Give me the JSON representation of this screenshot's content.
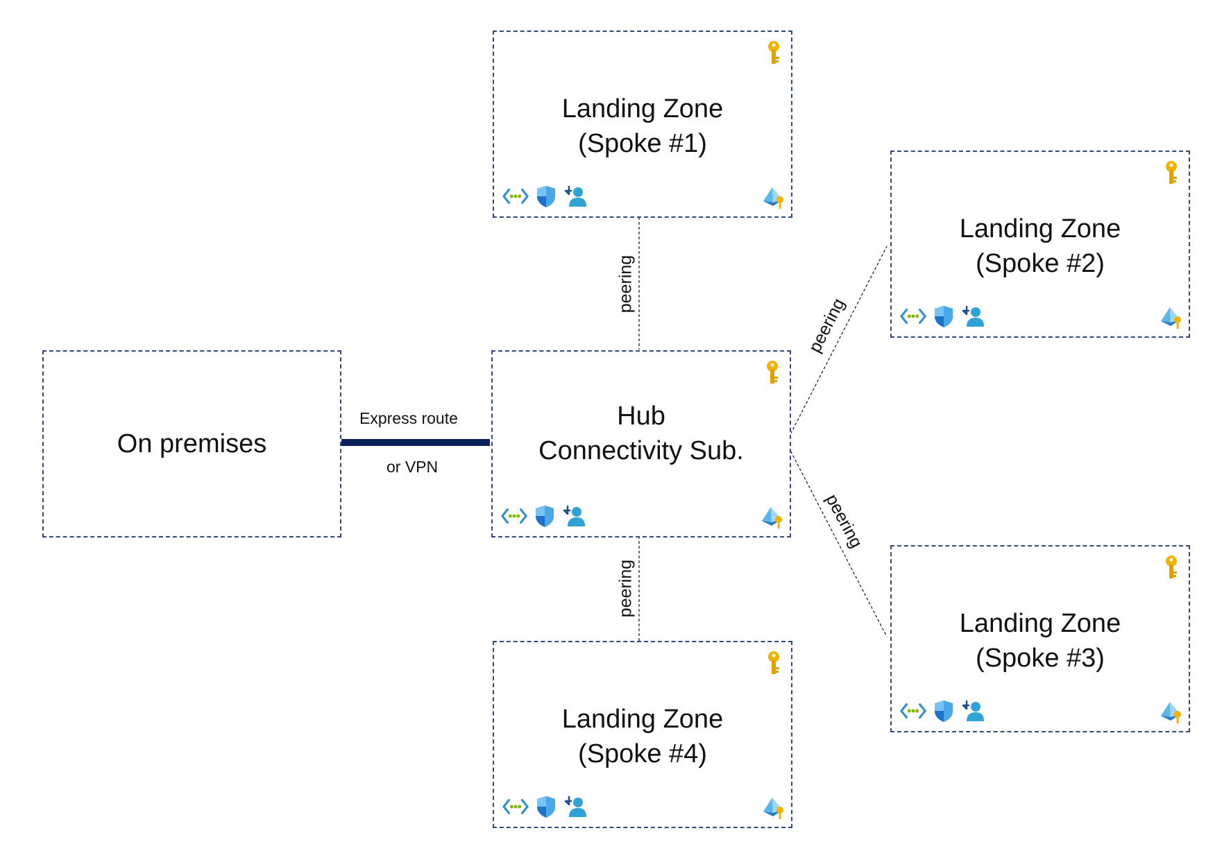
{
  "diagram": {
    "on_premises": {
      "label": "On premises"
    },
    "hub": {
      "line1": "Hub",
      "line2": "Connectivity Sub."
    },
    "spoke1": {
      "line1": "Landing Zone",
      "line2": "(Spoke #1)"
    },
    "spoke2": {
      "line1": "Landing Zone",
      "line2": "(Spoke #2)"
    },
    "spoke3": {
      "line1": "Landing Zone",
      "line2": "(Spoke #3)"
    },
    "spoke4": {
      "line1": "Landing Zone",
      "line2": "(Spoke #4)"
    },
    "connection": {
      "line1": "Express route",
      "line2": "or VPN"
    },
    "peering_label": "peering",
    "colors": {
      "border": "#2f4a7d",
      "expressroute": "#0b1f5c",
      "key": "#f2b300",
      "network": "#2f8fd0",
      "shield": "#1e73c8",
      "user": "#2fa3d6"
    },
    "icons": [
      "virtual-network-icon",
      "security-shield-icon",
      "user-access-icon",
      "key-icon",
      "identity-pyramid-icon"
    ]
  }
}
